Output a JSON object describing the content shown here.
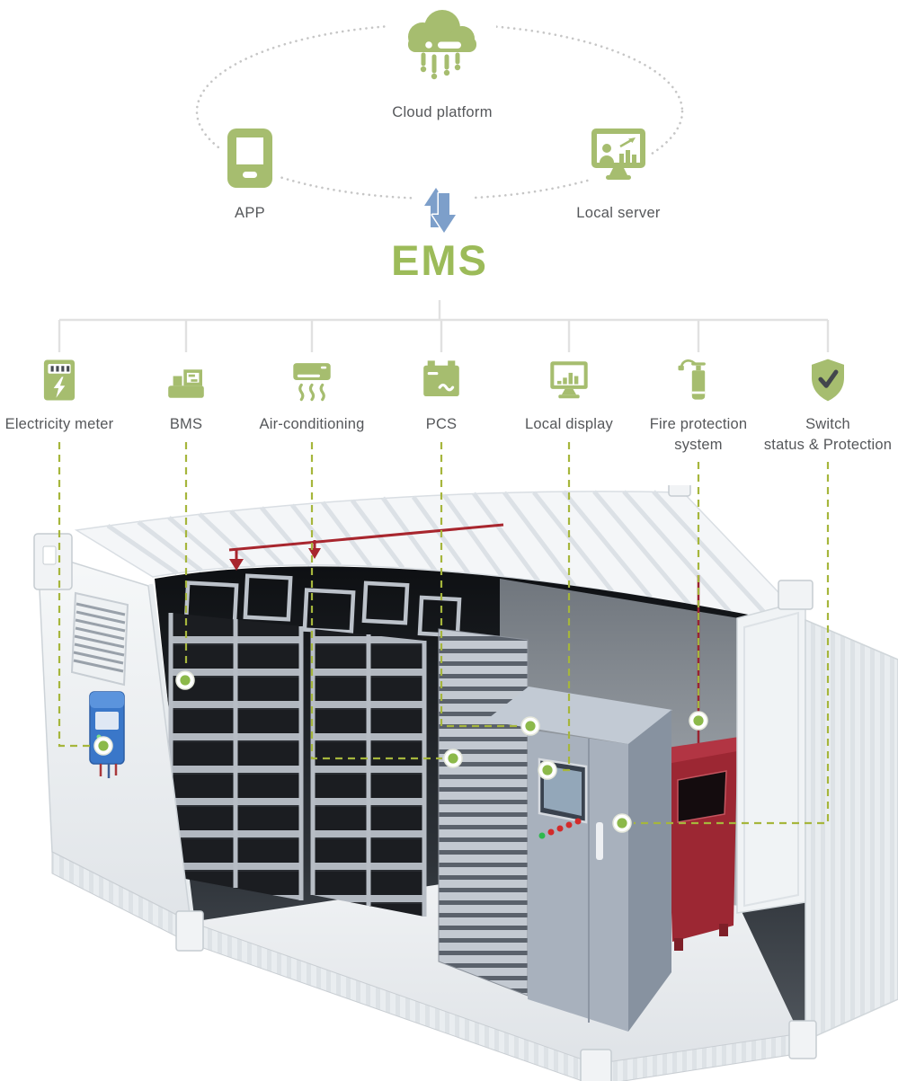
{
  "colors": {
    "icon_green": "#a6bd6f",
    "ems_green": "#9cbb59",
    "label_gray": "#55575a",
    "dash_olive": "#a6b63c",
    "dot_green": "#8cb94a",
    "tree_gray": "#e1e1e1",
    "arrow_blue": "#7d9fca",
    "fire_red": "#9c2733",
    "meter_blue": "#3a77c9"
  },
  "cloud_section": {
    "cloud_label": "Cloud platform",
    "app_label": "APP",
    "server_label": "Local server"
  },
  "ems_title": "EMS",
  "components": [
    {
      "id": "electricity-meter",
      "icon": "electricity-meter-icon",
      "label_line1": "Electricity meter",
      "label_line2": ""
    },
    {
      "id": "bms",
      "icon": "bms-icon",
      "label_line1": "BMS",
      "label_line2": ""
    },
    {
      "id": "air-conditioning",
      "icon": "air-conditioning-icon",
      "label_line1": "Air-conditioning",
      "label_line2": ""
    },
    {
      "id": "pcs",
      "icon": "pcs-icon",
      "label_line1": "PCS",
      "label_line2": ""
    },
    {
      "id": "local-display",
      "icon": "local-display-icon",
      "label_line1": "Local display",
      "label_line2": ""
    },
    {
      "id": "fire-protection",
      "icon": "fire-extinguisher-icon",
      "label_line1": "Fire protection",
      "label_line2": "system"
    },
    {
      "id": "switch-status",
      "icon": "shield-check-icon",
      "label_line1": "Switch",
      "label_line2": "status & Protection"
    }
  ]
}
